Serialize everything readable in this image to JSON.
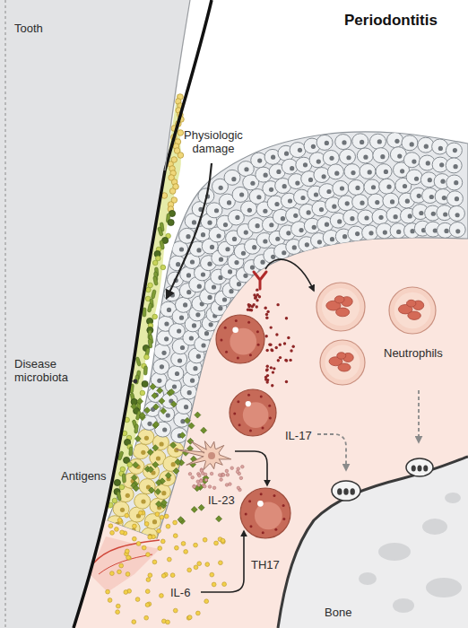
{
  "diagram": {
    "title": "Periodontitis",
    "nodes": [
      {
        "text": [
          "Tooth"
        ]
      },
      {
        "text": [
          "Neutrophils"
        ]
      },
      {
        "text": [
          "TH17"
        ]
      },
      {
        "text": [
          "Bone"
        ]
      }
    ],
    "edges": [
      {
        "from": 1,
        "to": 3,
        "arrow": "to"
      }
    ],
    "labels": [
      "Physiologic damage",
      "Disease microbiota",
      "Antigens",
      "IL-23",
      "IL-17",
      "IL-6"
    ]
  }
}
